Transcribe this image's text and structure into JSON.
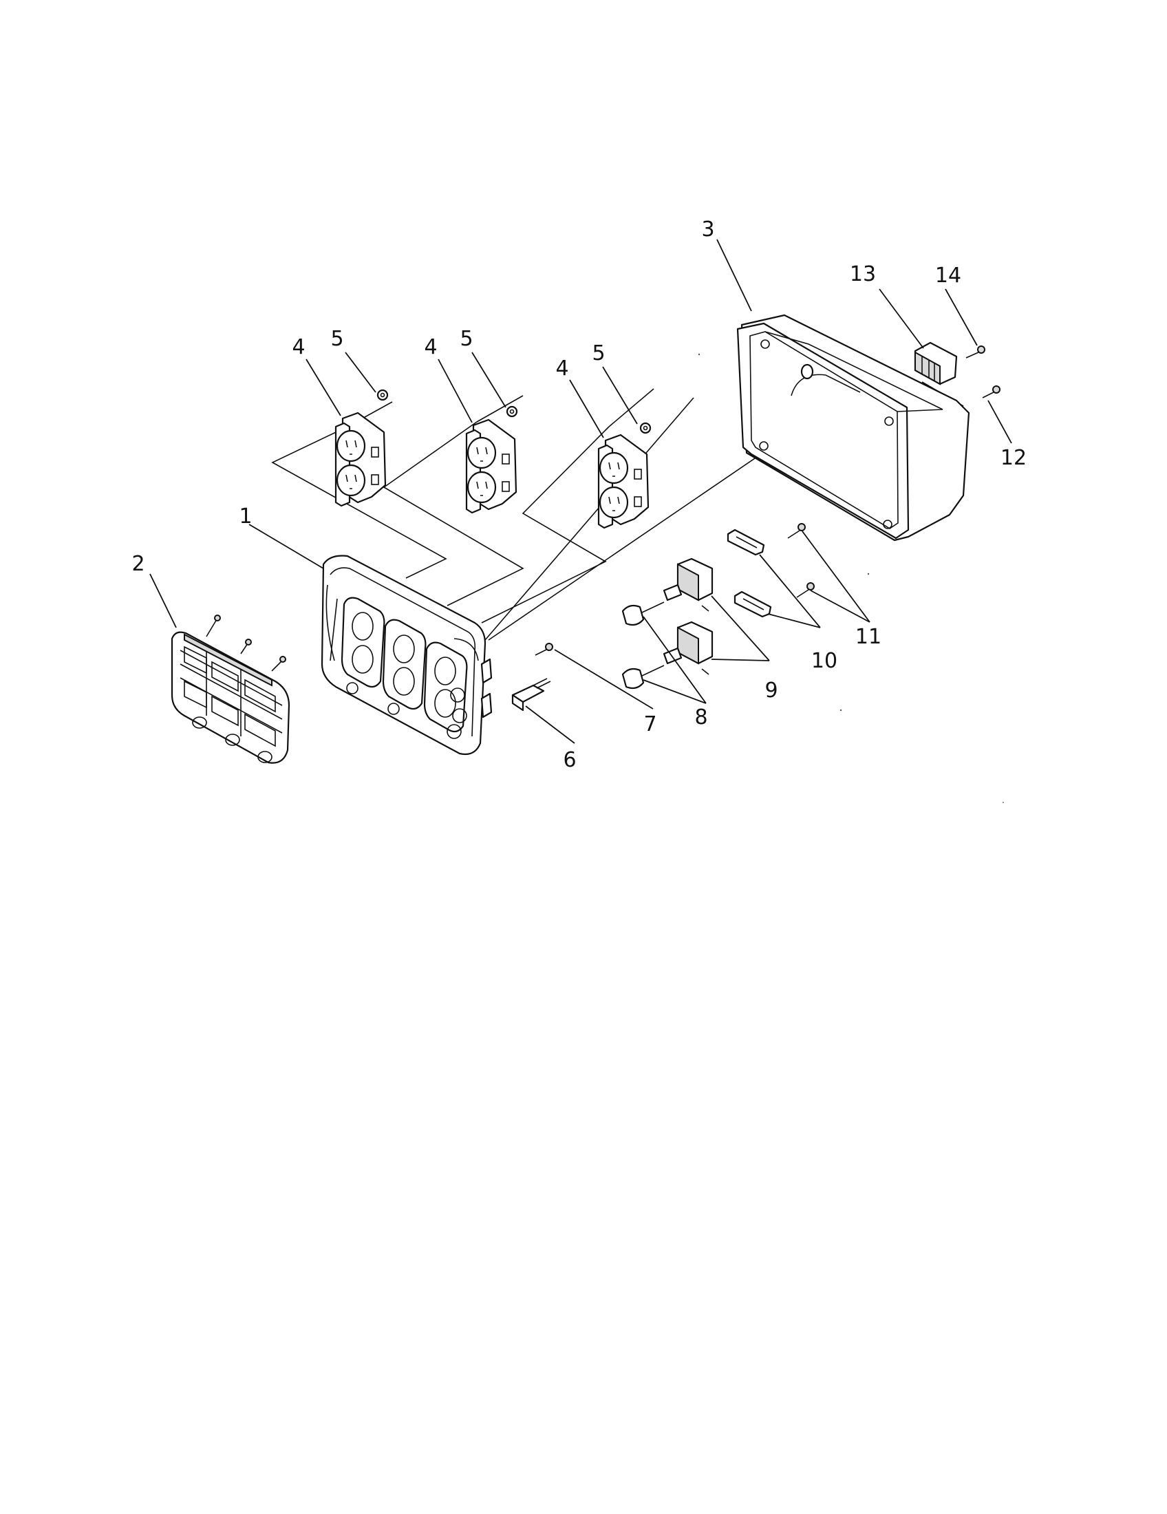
{
  "callouts": [
    {
      "id": "1",
      "text": "1"
    },
    {
      "id": "2",
      "text": "2"
    },
    {
      "id": "3",
      "text": "3"
    },
    {
      "id": "4a",
      "text": "4"
    },
    {
      "id": "4b",
      "text": "4"
    },
    {
      "id": "4c",
      "text": "4"
    },
    {
      "id": "5a",
      "text": "5"
    },
    {
      "id": "5b",
      "text": "5"
    },
    {
      "id": "5c",
      "text": "5"
    },
    {
      "id": "6",
      "text": "6"
    },
    {
      "id": "7",
      "text": "7"
    },
    {
      "id": "8",
      "text": "8"
    },
    {
      "id": "9",
      "text": "9"
    },
    {
      "id": "10",
      "text": "10"
    },
    {
      "id": "11",
      "text": "11"
    },
    {
      "id": "12",
      "text": "12"
    },
    {
      "id": "13",
      "text": "13"
    },
    {
      "id": "14",
      "text": "14"
    }
  ]
}
